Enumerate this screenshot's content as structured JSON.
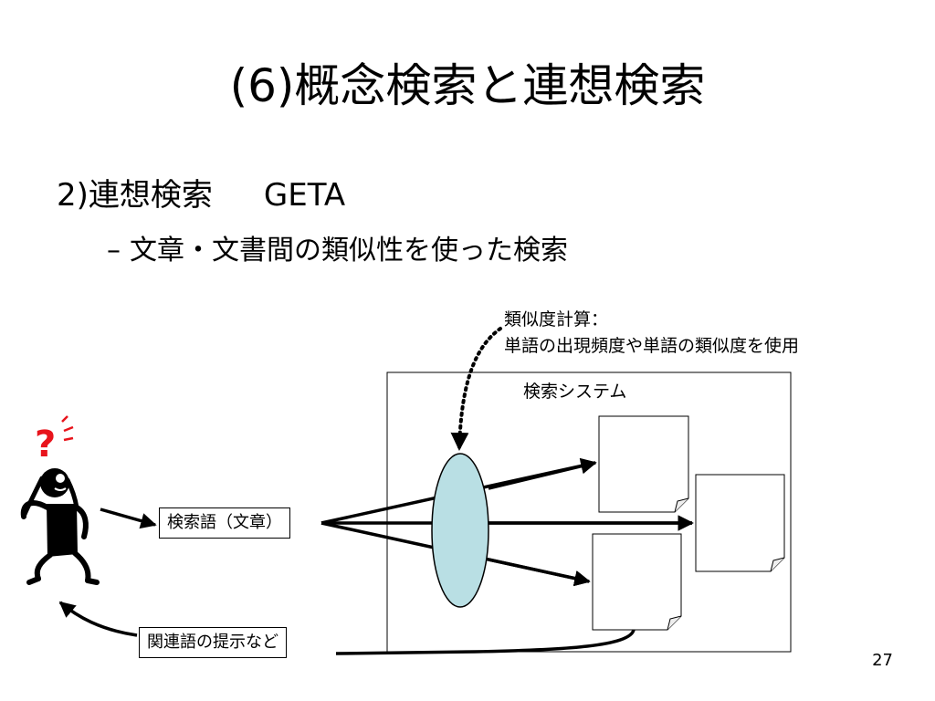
{
  "slide": {
    "title": "(6)概念検索と連想検索",
    "bullet1": {
      "main": "2)連想検索",
      "extra": "GETA"
    },
    "bullet2": {
      "dash": "–",
      "text": "文章・文書間の類似性を使った検索"
    },
    "page_number": "27"
  },
  "diagram": {
    "similarity_title": "類似度計算：",
    "similarity_desc": "単語の出現頻度や単語の類似度を使用",
    "system_label": "検索システム",
    "query_label": "検索語（文章）",
    "related_label": "関連語の提示など"
  },
  "colors": {
    "lens_fill": "#b9dfe4",
    "question_mark": "#e8141c",
    "stroke": "#000000"
  }
}
